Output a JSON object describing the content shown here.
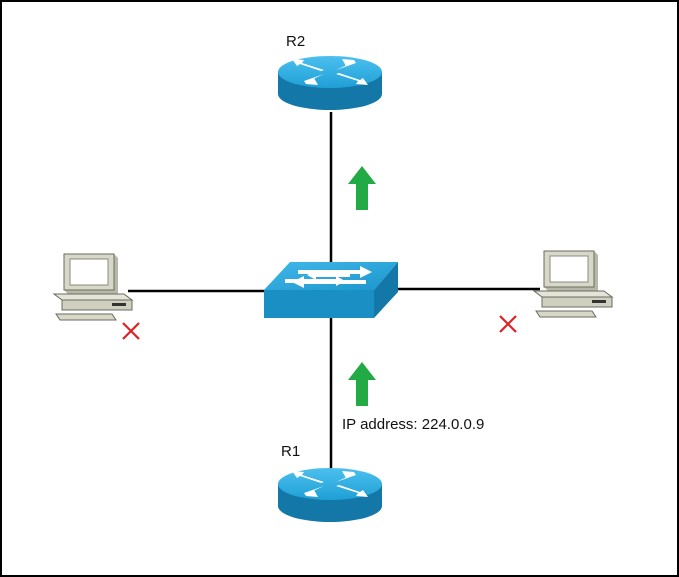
{
  "nodes": {
    "r2": {
      "label": "R2"
    },
    "r1": {
      "label": "R1"
    }
  },
  "annotation": {
    "text": "IP address: 224.0.0.9"
  },
  "colors": {
    "link": "#000000",
    "device_blue": "#1f9fd6",
    "device_dark": "#1378a8",
    "arrow": "#22aa44",
    "blocked_mark": "#e02020",
    "pc_body": "#d8d8c8"
  },
  "icons": [
    "router-icon",
    "switch-icon",
    "computer-icon",
    "multicast-arrow-icon",
    "blocked-x-icon"
  ]
}
